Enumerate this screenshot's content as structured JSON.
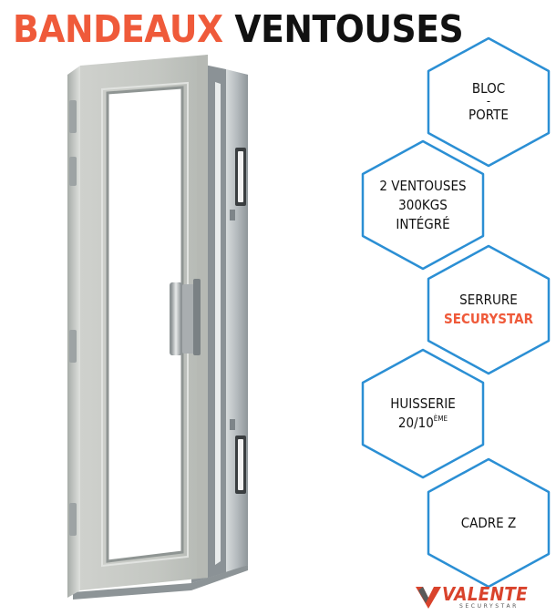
{
  "title": {
    "part1": "BANDEAUX",
    "part2": "VENTOUSES"
  },
  "colors": {
    "accent": "#ef5a3a",
    "hex_border": "#2b8fd4",
    "frame": "#9aa1a6",
    "door": "#c7cac7"
  },
  "image": {
    "subject": "door-with-magnetic-strips"
  },
  "features": [
    {
      "line1": "BLOC",
      "line2": "PORTE"
    },
    {
      "line1": "2 VENTOUSES",
      "line2": "300KGS",
      "line3": "INTÉGRÉ"
    },
    {
      "line1": "SERRURE",
      "line2": "SECURYSTAR"
    },
    {
      "line1": "HUISSERIE",
      "line2": "20/10",
      "line2_sup": "ÈME"
    },
    {
      "line1": "CADRE Z"
    }
  ],
  "logo": {
    "name": "VALENTE",
    "sub": "SECURYSTAR"
  }
}
